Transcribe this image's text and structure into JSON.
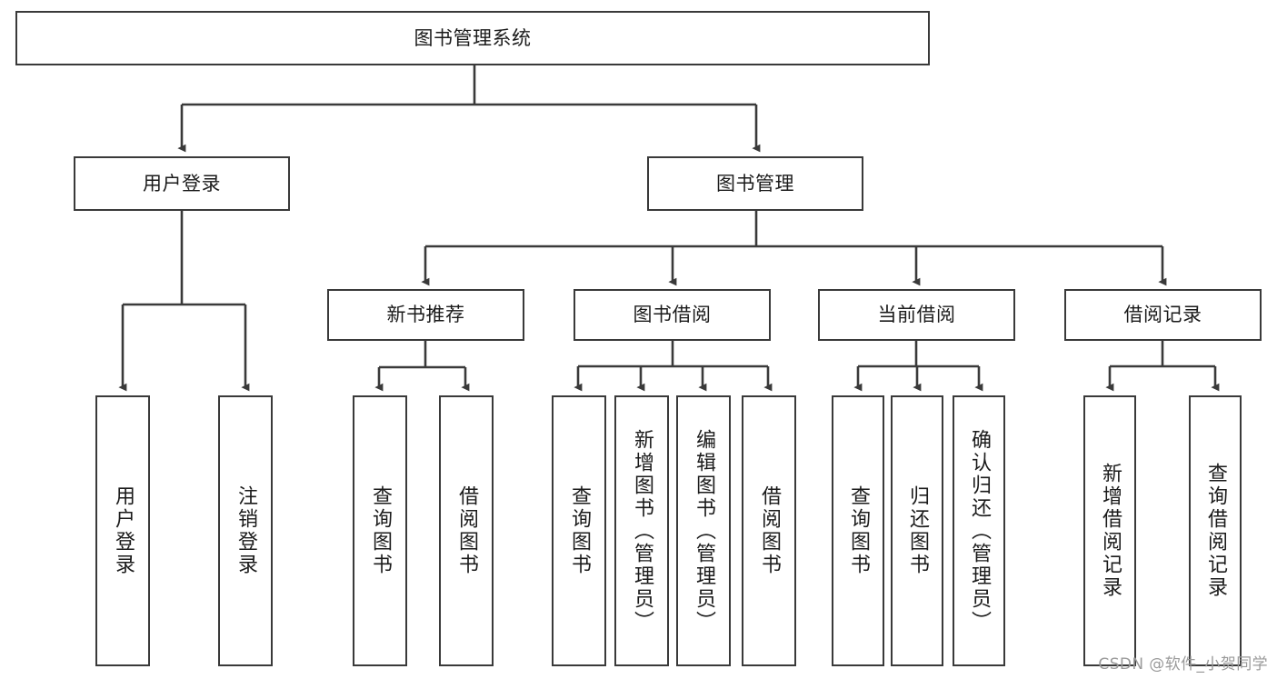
{
  "diagram": {
    "title": "图书管理系统",
    "type": "tree-hierarchy-chart",
    "colors": {
      "border": "#3a3a3a",
      "background": "#ffffff",
      "text": "#1b1b1b",
      "edge": "#3a3a3a",
      "watermark": "#9a9a9a"
    },
    "root": {
      "label": "图书管理系统"
    },
    "level2": [
      {
        "label": "用户登录"
      },
      {
        "label": "图书管理"
      }
    ],
    "level3": [
      {
        "label": "新书推荐"
      },
      {
        "label": "图书借阅"
      },
      {
        "label": "当前借阅"
      },
      {
        "label": "借阅记录"
      }
    ],
    "leaves": {
      "user_login": [
        {
          "label": "用户登录"
        },
        {
          "label": "注销登录"
        }
      ],
      "new_book_recommend": [
        {
          "label": "查询图书"
        },
        {
          "label": "借阅图书"
        }
      ],
      "book_borrow": [
        {
          "label": "查询图书"
        },
        {
          "label": "新增图书（管理员）"
        },
        {
          "label": "编辑图书（管理员）"
        },
        {
          "label": "借阅图书"
        }
      ],
      "current_borrow": [
        {
          "label": "查询图书"
        },
        {
          "label": "归还图书"
        },
        {
          "label": "确认归还（管理员）"
        }
      ],
      "borrow_record": [
        {
          "label": "新增借阅记录"
        },
        {
          "label": "查询借阅记录"
        }
      ]
    }
  },
  "watermark": {
    "text": "CSDN @软件_小贺同学"
  }
}
